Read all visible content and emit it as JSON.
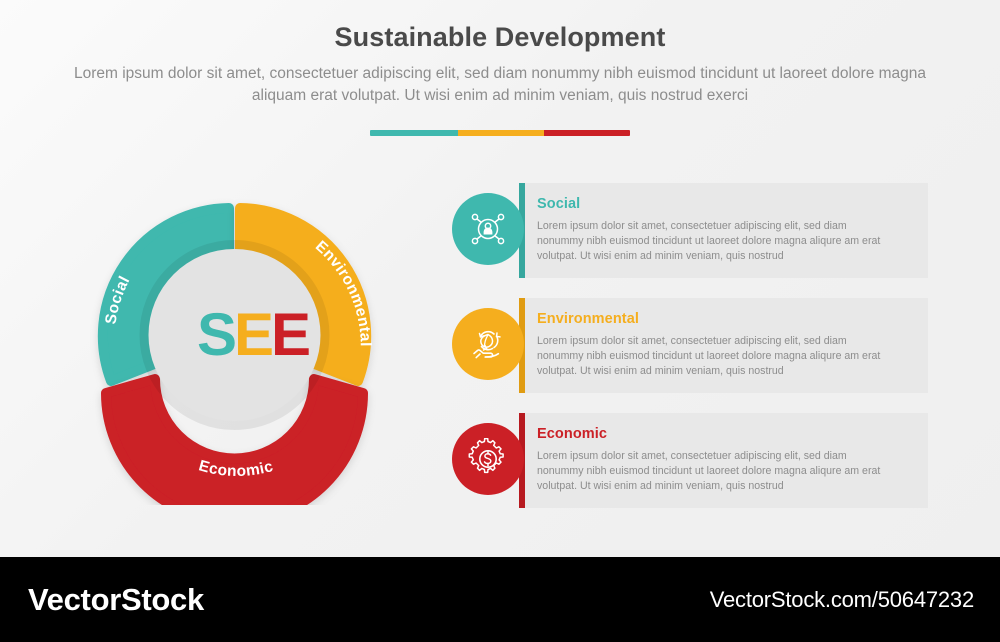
{
  "header": {
    "title": "Sustainable Development",
    "subtitle": "Lorem ipsum dolor sit amet, consectetuer adipiscing elit, sed diam nonummy nibh euismod tincidunt ut laoreet dolore magna aliquam erat volutpat. Ut wisi enim ad minim veniam, quis nostrud exerci"
  },
  "colors": {
    "teal": "#3fb8ae",
    "teal_dark": "#36a79e",
    "yellow": "#f5ae1e",
    "yellow_dark": "#e09c12",
    "red": "#cb2026",
    "red_dark": "#b71a20",
    "center_circle": "#e3e3e3",
    "box_gray": "#e8e8e8",
    "title_gray": "#4a4a4a",
    "body_gray": "#8d8d8d"
  },
  "divider": {
    "segments": [
      "teal",
      "yellow",
      "red"
    ]
  },
  "diagram": {
    "center_text": "SEE",
    "center_letters": [
      {
        "char": "S",
        "color": "#3fb8ae"
      },
      {
        "char": "E",
        "color": "#f5ae1e"
      },
      {
        "char": "E",
        "color": "#cb2026"
      }
    ],
    "segments": [
      {
        "label": "Social",
        "color": "#3fb8ae"
      },
      {
        "label": "Environmental",
        "color": "#f5ae1e"
      },
      {
        "label": "Economic",
        "color": "#cb2026"
      }
    ]
  },
  "rows": [
    {
      "heading": "Social",
      "color": "#3fb8ae",
      "color_dark": "#36a79e",
      "icon": "social-network-person-icon",
      "description": "Lorem ipsum dolor sit amet, consectetuer adipiscing elit, sed diam nonummy nibh euismod tincidunt ut laoreet dolore magna aliqure am erat volutpat. Ut wisi enim ad minim veniam, quis nostrud"
    },
    {
      "heading": "Environmental",
      "color": "#f5ae1e",
      "color_dark": "#e09c12",
      "icon": "hand-holding-leaf-recycle-icon",
      "description": "Lorem ipsum dolor sit amet, consectetuer adipiscing elit, sed diam nonummy nibh euismod tincidunt ut laoreet dolore magna aliqure am erat volutpat. Ut wisi enim ad minim veniam, quis nostrud"
    },
    {
      "heading": "Economic",
      "color": "#cb2026",
      "color_dark": "#b71a20",
      "icon": "gear-dollar-icon",
      "description": "Lorem ipsum dolor sit amet, consectetuer adipiscing elit, sed diam nonummy nibh euismod tincidunt ut laoreet dolore magna aliqure am erat volutpat. Ut wisi enim ad minim veniam, quis nostrud"
    }
  ],
  "footer": {
    "logo": "VectorStock",
    "url": "VectorStock.com/50647232"
  }
}
